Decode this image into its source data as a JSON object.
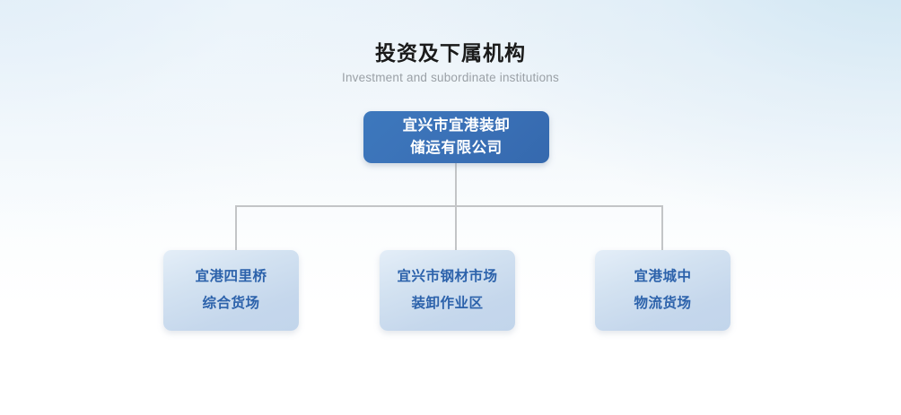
{
  "heading": {
    "title": "投资及下属机构",
    "subtitle": "Investment and subordinate institutions"
  },
  "colors": {
    "root_node_bg": "#3a70b6",
    "root_node_text": "#ffffff",
    "child_node_bg": "#c6d8ee",
    "child_node_text": "#2c62ab",
    "connector": "#c3c5c7",
    "title_text": "#1a1a1a",
    "subtitle_text": "#9aa0a6",
    "page_bg_top": "#e9f2f9",
    "page_bg_bottom": "#ffffff"
  },
  "chart_data": {
    "type": "org-chart",
    "title": "投资及下属机构",
    "subtitle": "Investment and subordinate institutions",
    "root": {
      "id": "root",
      "lines": [
        "宜兴市宜港装卸",
        "储运有限公司"
      ],
      "full_name": "宜兴市宜港装卸储运有限公司",
      "level": 0
    },
    "children": [
      {
        "id": "child-1",
        "lines": [
          "宜港四里桥",
          "综合货场"
        ],
        "full_name": "宜港四里桥综合货场",
        "level": 1,
        "parent": "root"
      },
      {
        "id": "child-2",
        "lines": [
          "宜兴市钢材市场",
          "装卸作业区"
        ],
        "full_name": "宜兴市钢材市场装卸作业区",
        "level": 1,
        "parent": "root"
      },
      {
        "id": "child-3",
        "lines": [
          "宜港城中",
          "物流货场"
        ],
        "full_name": "宜港城中物流货场",
        "level": 1,
        "parent": "root"
      }
    ],
    "edges": [
      {
        "from": "root",
        "to": "child-1"
      },
      {
        "from": "root",
        "to": "child-2"
      },
      {
        "from": "root",
        "to": "child-3"
      }
    ],
    "layout": "top-down-tree",
    "levels": 2,
    "node_count": 4
  }
}
